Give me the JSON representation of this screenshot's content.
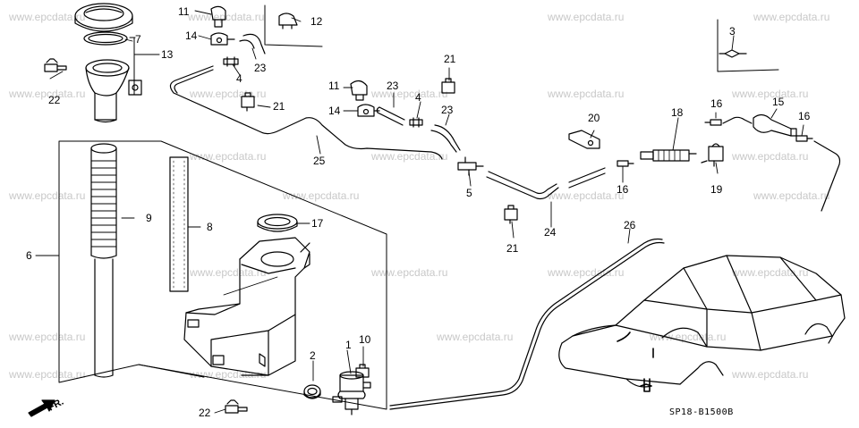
{
  "watermark": "www.epcdata.ru",
  "diagram_code": "SP18-B1500B",
  "front_marker": "FR.",
  "callouts": {
    "c1": "1",
    "c2": "2",
    "c3": "3",
    "c4a": "4",
    "c4b": "4",
    "c5": "5",
    "c6": "6",
    "c7": "7",
    "c8": "8",
    "c9": "9",
    "c10": "10",
    "c11a": "11",
    "c11b": "11",
    "c12": "12",
    "c13": "13",
    "c14a": "14",
    "c14b": "14",
    "c15": "15",
    "c16a": "16",
    "c16b": "16",
    "c16c": "16",
    "c17": "17",
    "c18": "18",
    "c19": "19",
    "c20": "20",
    "c21a": "21",
    "c21b": "21",
    "c21c": "21",
    "c22a": "22",
    "c22b": "22",
    "c23a": "23",
    "c23b": "23",
    "c23c": "23",
    "c24": "24",
    "c25": "25",
    "c26": "26"
  }
}
